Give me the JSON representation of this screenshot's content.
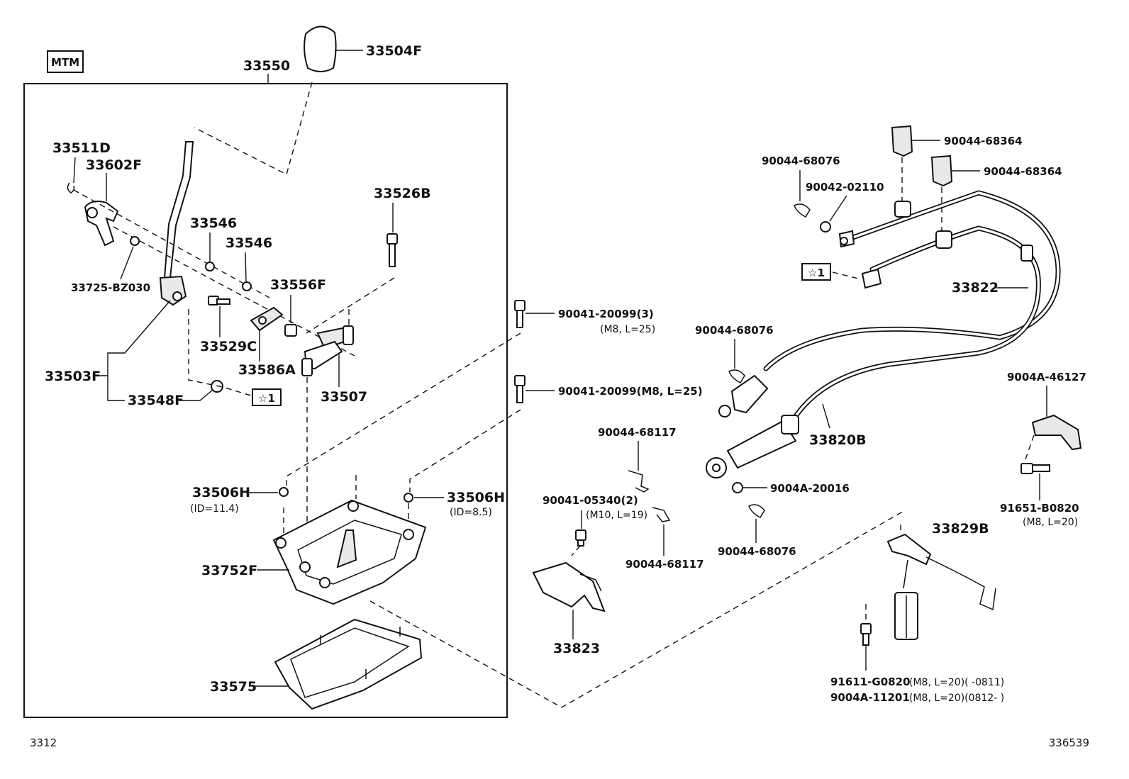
{
  "header": {
    "model_tag": "MTM"
  },
  "callouts": {
    "knob": "33504F",
    "lever_assy": "33550",
    "clip": "33511D",
    "bracket": "33602F",
    "bush_725": "33725-BZ030",
    "lever_sub": "33503F",
    "bush_548": "33548F",
    "bush_546a": "33546",
    "bush_546b": "33546",
    "bolt_529": "33529C",
    "plate_586": "33586A",
    "bush_556": "33556F",
    "bolt_526": "33526B",
    "shaft_507": "33507",
    "bolt_a": "90041-20099(3)",
    "bolt_a_spec": "(M8, L=25)",
    "bolt_b": "90041-20099(M8, L=25)",
    "grommet_l": "33506H",
    "grommet_l_id": "(ID=11.4)",
    "grommet_r": "33506H",
    "grommet_r_id": "(ID=8.5)",
    "housing": "33752F",
    "gasket": "33575",
    "clip_117a": "90044-68117",
    "bolt_534": "90041-05340(2)",
    "bolt_534_spec": "(M10, L=19)",
    "clip_117b": "90044-68117",
    "bracket_823": "33823",
    "clip_076a": "90044-68076",
    "washer_110": "90042-02110",
    "clip_364a": "90044-68364",
    "clip_364b": "90044-68364",
    "cable_822": "33822",
    "clip_076b": "90044-68076",
    "cable_820": "33820B",
    "washer_016": "9004A-20016",
    "clip_076c": "90044-68076",
    "clip_127": "9004A-46127",
    "bolt_820": "91651-B0820",
    "bolt_820_spec": "(M8, L=20)",
    "bracket_829": "33829B",
    "bolt_g0820": "91611-G0820",
    "bolt_g0820_spec": "(M8, L=20)(      -0811)",
    "bolt_11201": "9004A-11201",
    "bolt_11201_spec": "(M8, L=20)(0812-      )",
    "star_ref": "☆1"
  },
  "footer": {
    "left_code": "3312",
    "right_code": "336539"
  }
}
